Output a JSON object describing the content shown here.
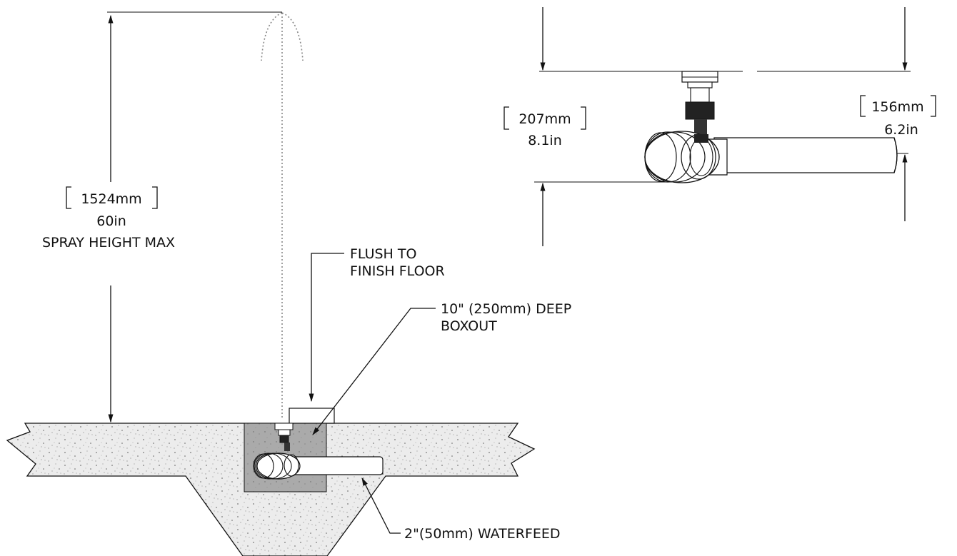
{
  "labels": {
    "spray_height_mm": "1524mm",
    "spray_height_in": "60in",
    "spray_height_caption": "SPRAY HEIGHT MAX",
    "flush_line1": "FLUSH TO",
    "flush_line2": "FINISH FLOOR",
    "boxout_line1": "10\" (250mm) DEEP",
    "boxout_line2": "BOXOUT",
    "waterfeed": "2\"(50mm) WATERFEED",
    "height_207_mm": "207mm",
    "height_207_in": "8.1in",
    "height_156_mm": "156mm",
    "height_156_in": "6.2in"
  },
  "colors": {
    "line": "#111111",
    "concrete": "#e9e9e9",
    "boxout": "#a9a9a9",
    "spray": "#888888"
  }
}
